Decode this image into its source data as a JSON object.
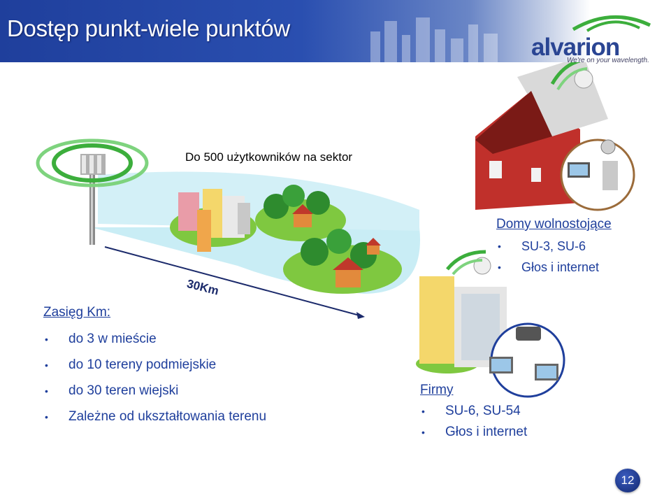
{
  "header": {
    "title": "Dostęp punkt-wiele punktów",
    "logo": "alvarion",
    "logo_tagline": "We're on your wavelength."
  },
  "diagram": {
    "sector_label": "Do 500 użytkowników na sektor",
    "distance_label": "30Km"
  },
  "range": {
    "heading": "Zasięg Km:",
    "items": [
      "do 3 w mieście",
      "do 10 tereny podmiejskie",
      "do 30 teren wiejski",
      "Zależne od ukształtowania terenu"
    ]
  },
  "homes": {
    "heading": "Domy wolnostojące",
    "items": [
      "SU-3, SU-6",
      "Głos i internet"
    ]
  },
  "business": {
    "heading": "Firmy",
    "items": [
      "SU-6, SU-54",
      "Głos i internet"
    ]
  },
  "page_number": "12",
  "colors": {
    "header_blue": "#1f3f9c",
    "text_blue": "#1f3f9c",
    "coverage_fill": "#c7ecf4",
    "signal_green": "#3cae3c"
  }
}
